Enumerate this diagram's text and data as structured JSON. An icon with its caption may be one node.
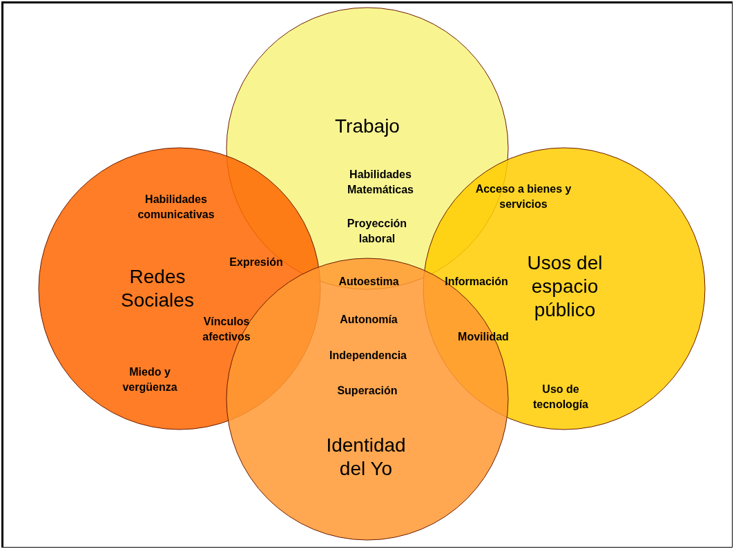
{
  "diagram": {
    "nodes": [
      {
        "text": [
          "Trabajo",
          "Habilidades Matemáticas",
          "Proyección laboral"
        ]
      },
      {
        "text": [
          "Habilidades comunicativas",
          "Redes Sociales",
          "Miedo y vergüenza"
        ]
      },
      {
        "text": [
          "Usos del espacio público",
          "Uso de tecnología"
        ]
      },
      {
        "text": [
          "Independencia",
          "Superación",
          "Identidad del Yo"
        ]
      }
    ],
    "labels": [
      "Acceso a bienes y servicios",
      "Expresión",
      "Autoestima",
      "Información",
      "Autonomía",
      "Vínculos afectivos",
      "Movilidad"
    ]
  }
}
